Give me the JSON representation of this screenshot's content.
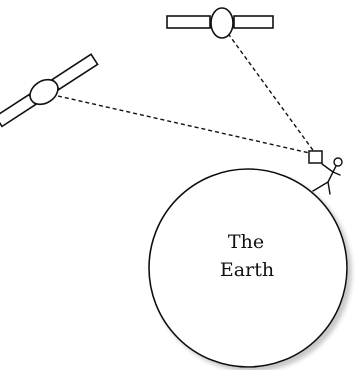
{
  "earth": {
    "label_line1": "The",
    "label_line2": "Earth"
  },
  "colors": {
    "stroke": "#111111",
    "fill": "#ffffff",
    "shadow": "#c8c8c8",
    "background": "#ffffff"
  },
  "elements": {
    "satellites": [
      "satellite-top",
      "satellite-left"
    ],
    "observer": "stick-figure-observer",
    "receiver": "receiver-box",
    "signal_lines": [
      "signal-line-top",
      "signal-line-left"
    ]
  }
}
